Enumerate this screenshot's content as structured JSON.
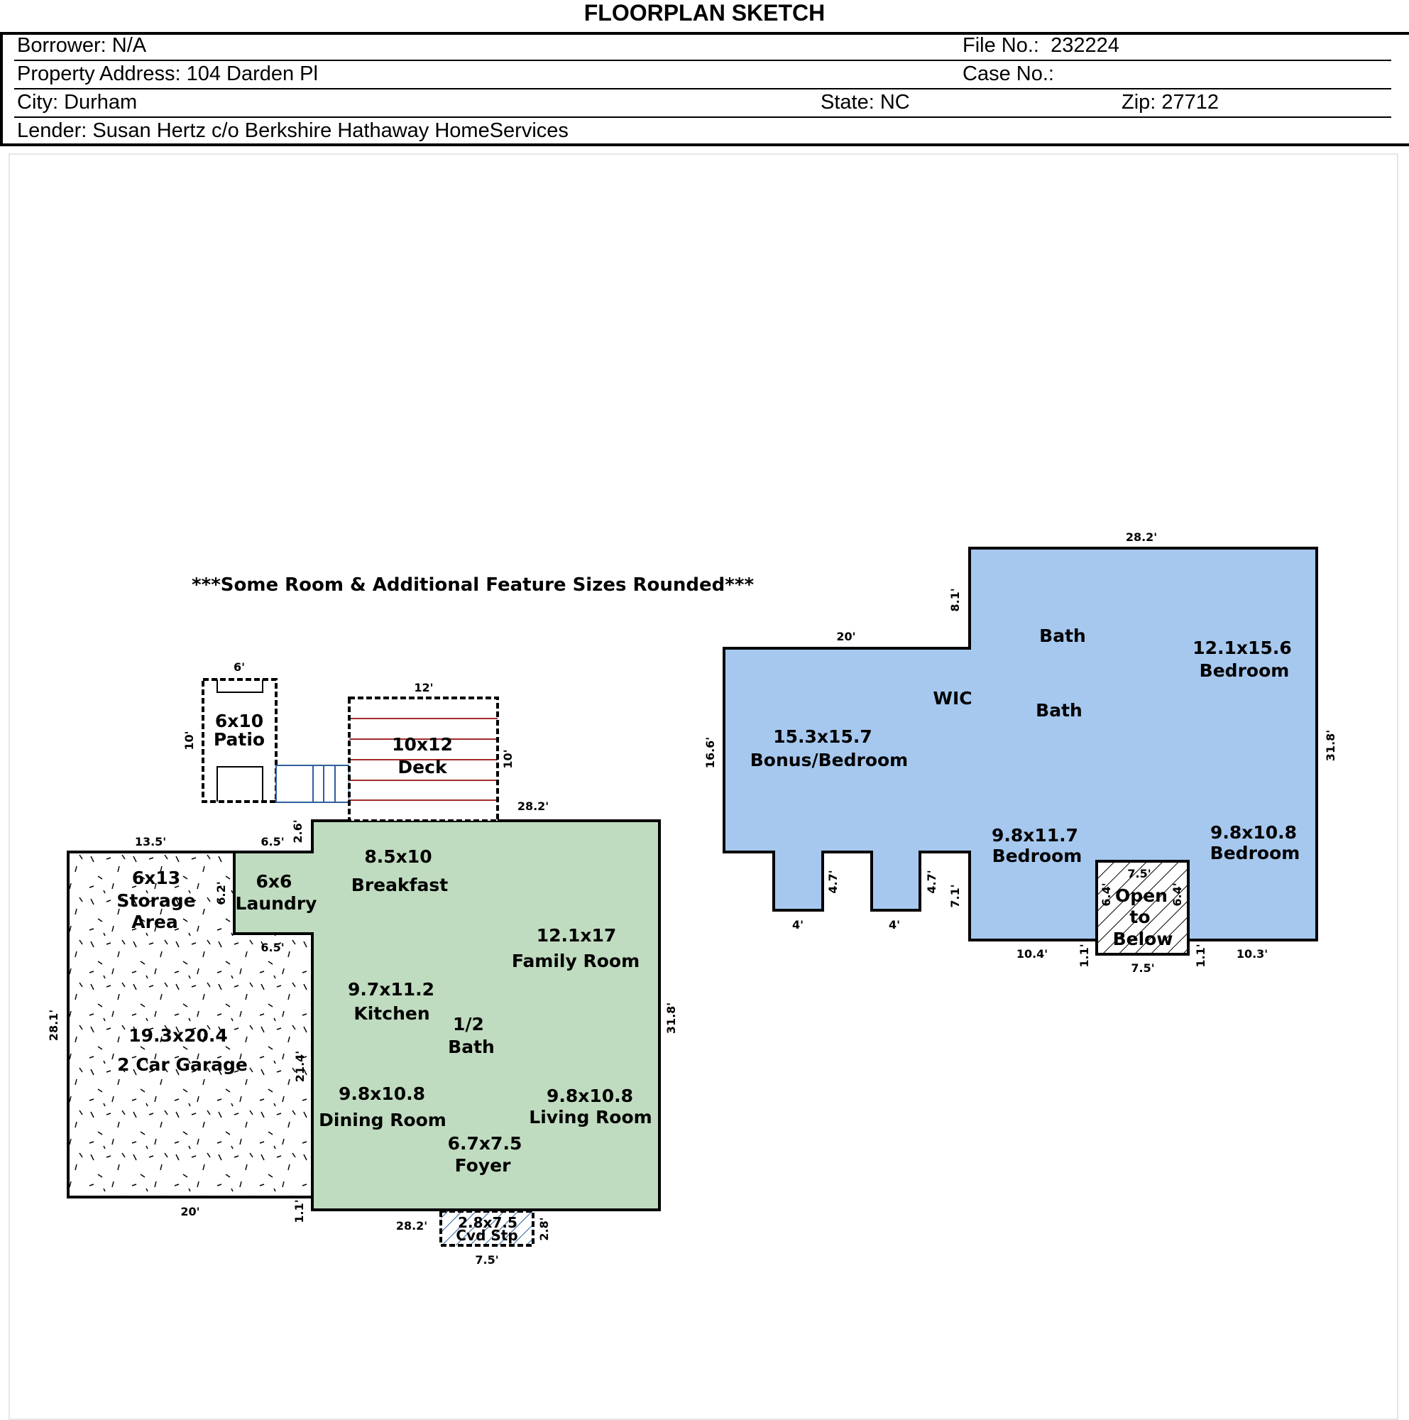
{
  "title": "FLOORPLAN SKETCH",
  "header": {
    "borrower_label": "Borrower:",
    "borrower": "N/A",
    "file_label": "File No.:",
    "file_no": "232224",
    "address_label": "Property Address:",
    "address": "104 Darden Pl",
    "case_label": "Case No.:",
    "case_no": "",
    "city_label": "City:",
    "city": "Durham",
    "state_label": "State:",
    "state": "NC",
    "zip_label": "Zip:",
    "zip": "27712",
    "lender_label": "Lender:",
    "lender": "Susan Hertz c/o Berkshire Hathaway HomeServices"
  },
  "note": "***Some Room & Additional Feature Sizes Rounded***",
  "colors": {
    "main_floor": "#c0dcc0",
    "upper_floor": "#a6c8ee",
    "deck_boards": "#a52a2a",
    "steps": "#2f5f9f"
  },
  "rooms": {
    "patio": [
      "6x10",
      "Patio"
    ],
    "deck": [
      "10x12",
      "Deck"
    ],
    "storage": [
      "6x13",
      "Storage",
      "Area"
    ],
    "laundry": [
      "6x6",
      "Laundry"
    ],
    "breakfast": [
      "8.5x10",
      "Breakfast"
    ],
    "family": [
      "12.1x17",
      "Family Room"
    ],
    "kitchen": [
      "9.7x11.2",
      "Kitchen"
    ],
    "half_bath": [
      "1/2",
      "Bath"
    ],
    "garage": [
      "19.3x20.4",
      "2 Car Garage"
    ],
    "dining": [
      "9.8x10.8",
      "Dining Room"
    ],
    "living": [
      "9.8x10.8",
      "Living Room"
    ],
    "foyer": [
      "6.7x7.5",
      "Foyer"
    ],
    "covered_step": [
      "2.8x7.5",
      "Cvd Stp"
    ],
    "bonus": [
      "15.3x15.7",
      "Bonus/Bedroom"
    ],
    "wic": "WIC",
    "bath1": "Bath",
    "bath2": "Bath",
    "bed1": [
      "12.1x15.6",
      "Bedroom"
    ],
    "bed2": [
      "9.8x11.7",
      "Bedroom"
    ],
    "bed3": [
      "9.8x10.8",
      "Bedroom"
    ],
    "open_below": [
      "Open",
      "to",
      "Below"
    ]
  },
  "dims": {
    "patio_w": "6'",
    "patio_h": "10'",
    "deck_w": "12'",
    "deck_h": "10'",
    "main_top": "28.2'",
    "garage_top": "13.5'",
    "laundry_top": "6.5'",
    "laundry_step": "2.6'",
    "laundry_side": "6.2'",
    "laundry_bottom": "6.5'",
    "garage_side": "28.1'",
    "garage_inner": "21.4'",
    "main_right": "31.8'",
    "garage_bottom": "20'",
    "garage_jog": "1.1'",
    "main_bottom": "28.2'",
    "step_w": "7.5'",
    "step_h": "2.8'",
    "up_top": "28.2'",
    "up_jog": "8.1'",
    "up_left_top": "20'",
    "up_left": "16.6'",
    "up_right": "31.8'",
    "bump1_h": "4.7'",
    "bump2_h": "4.7'",
    "bump1_w": "4'",
    "bump2_w": "4'",
    "up_step": "7.1'",
    "up_bottom_l": "10.4'",
    "up_bottom_r": "10.3'",
    "open_jog_l": "1.1'",
    "open_jog_r": "1.1'",
    "open_top": "7.5'",
    "open_bottom": "7.5'",
    "open_side_l": "6.4'",
    "open_side_r": "6.4'"
  }
}
